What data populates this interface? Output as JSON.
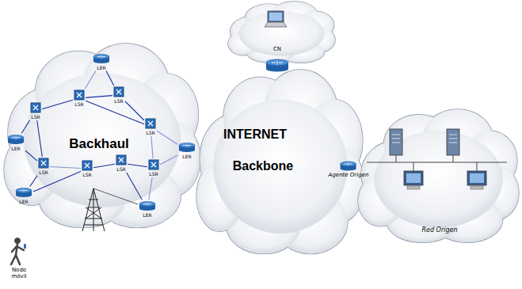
{
  "diagram": {
    "nodes": [
      {
        "text": [
          "Backhaul"
        ]
      },
      {
        "text": [
          "LER"
        ],
        "in": 0
      },
      {
        "text": [
          "LSR"
        ],
        "in": 0
      },
      {
        "text": [
          "LSR"
        ],
        "in": 0
      },
      {
        "text": [
          "LSR"
        ],
        "in": 0
      },
      {
        "text": [
          "LER"
        ],
        "in": 0
      },
      {
        "text": [
          "LSR"
        ],
        "in": 0
      },
      {
        "text": [
          "LER"
        ],
        "in": 0
      },
      {
        "text": [
          "LSR"
        ],
        "in": 0
      },
      {
        "text": [
          "LSR"
        ],
        "in": 0
      },
      {
        "text": [
          "LSR"
        ],
        "in": 0
      },
      {
        "text": [
          "LSR"
        ],
        "in": 0
      },
      {
        "text": [
          "LER"
        ],
        "in": 0
      },
      {
        "text": [
          "LER"
        ],
        "in": 0
      },
      {
        "text": [
          "INTERNET",
          "Backbone"
        ]
      },
      {
        "text": [
          "CN"
        ]
      },
      {
        "text": [
          "Red Origen"
        ]
      },
      {
        "text": [
          "Agente Origen"
        ]
      }
    ],
    "edges": [
      {
        "from": 5,
        "to": 2,
        "arrow": "none"
      },
      {
        "from": 2,
        "to": 3,
        "arrow": "none"
      },
      {
        "from": 3,
        "to": 1,
        "arrow": "none"
      },
      {
        "from": 1,
        "to": 4,
        "arrow": "none"
      },
      {
        "from": 4,
        "to": 6,
        "arrow": "none"
      },
      {
        "from": 6,
        "to": 7,
        "arrow": "none"
      },
      {
        "from": 3,
        "to": 4,
        "arrow": "none"
      },
      {
        "from": 2,
        "to": 8,
        "arrow": "none"
      },
      {
        "from": 8,
        "to": 9,
        "arrow": "none"
      },
      {
        "from": 9,
        "to": 10,
        "arrow": "none"
      },
      {
        "from": 10,
        "to": 11,
        "arrow": "none"
      },
      {
        "from": 11,
        "to": 6,
        "arrow": "none"
      },
      {
        "from": 8,
        "to": 12,
        "arrow": "none"
      },
      {
        "from": 9,
        "to": 12,
        "arrow": "none"
      },
      {
        "from": 11,
        "to": 13,
        "arrow": "none"
      },
      {
        "from": 10,
        "to": 13,
        "arrow": "none"
      },
      {
        "from": 5,
        "to": 8,
        "arrow": "none"
      },
      {
        "from": 11,
        "to": 7,
        "arrow": "none"
      },
      {
        "from": 3,
        "to": 6,
        "arrow": "none"
      }
    ],
    "labels": [
      "Nodo móvil"
    ]
  }
}
